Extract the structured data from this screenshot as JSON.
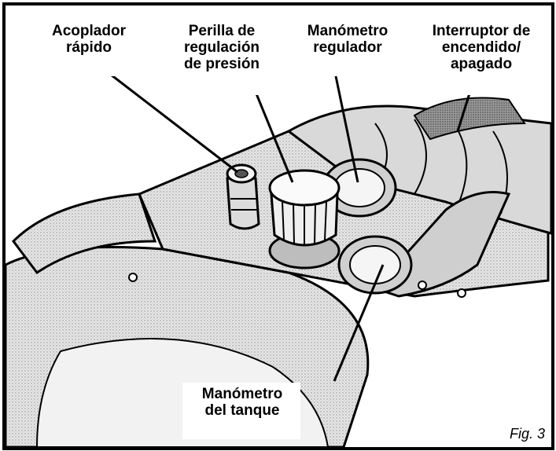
{
  "callouts": {
    "coupler": [
      "Acoplador",
      "rápido"
    ],
    "knob": [
      "Perilla de",
      "regulación",
      "de presión"
    ],
    "regulator_gauge": [
      "Manómetro",
      "regulador"
    ],
    "switch": [
      "Interruptor de",
      "encendido/",
      "apagado"
    ],
    "tank_gauge": [
      "Manómetro",
      "del tanque"
    ]
  },
  "figure_label": "Fig. 3"
}
